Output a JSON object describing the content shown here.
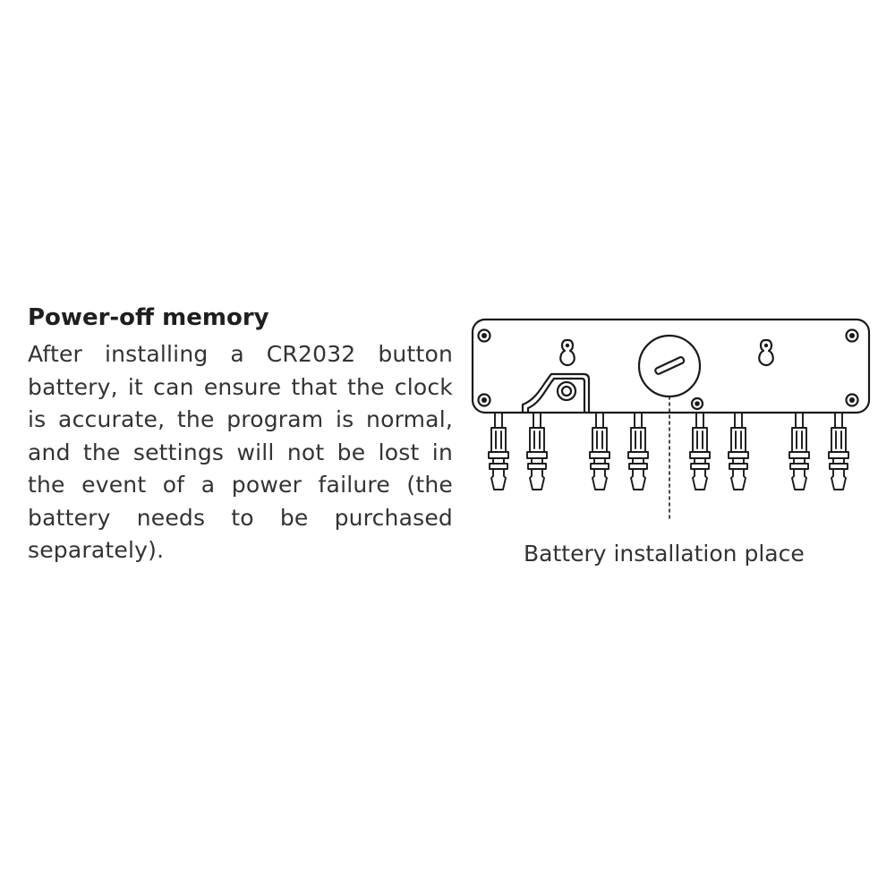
{
  "section": {
    "title": "Power-off memory",
    "lines": [
      "After installing a CR2032 button",
      "battery, it can ensure that the clock",
      "is accurate, the program is normal,",
      "and the settings will not be lost in",
      "the event of a power failure (the",
      "battery needs to be purchased",
      "separately)."
    ]
  },
  "diagram": {
    "caption": "Battery installation place",
    "icons": [
      "device-body",
      "mounting-screw-icon",
      "keyhole-hanger-icon",
      "battery-cover-icon",
      "power-jack-icon",
      "valve-connector-icon"
    ],
    "connector_count": 8
  }
}
